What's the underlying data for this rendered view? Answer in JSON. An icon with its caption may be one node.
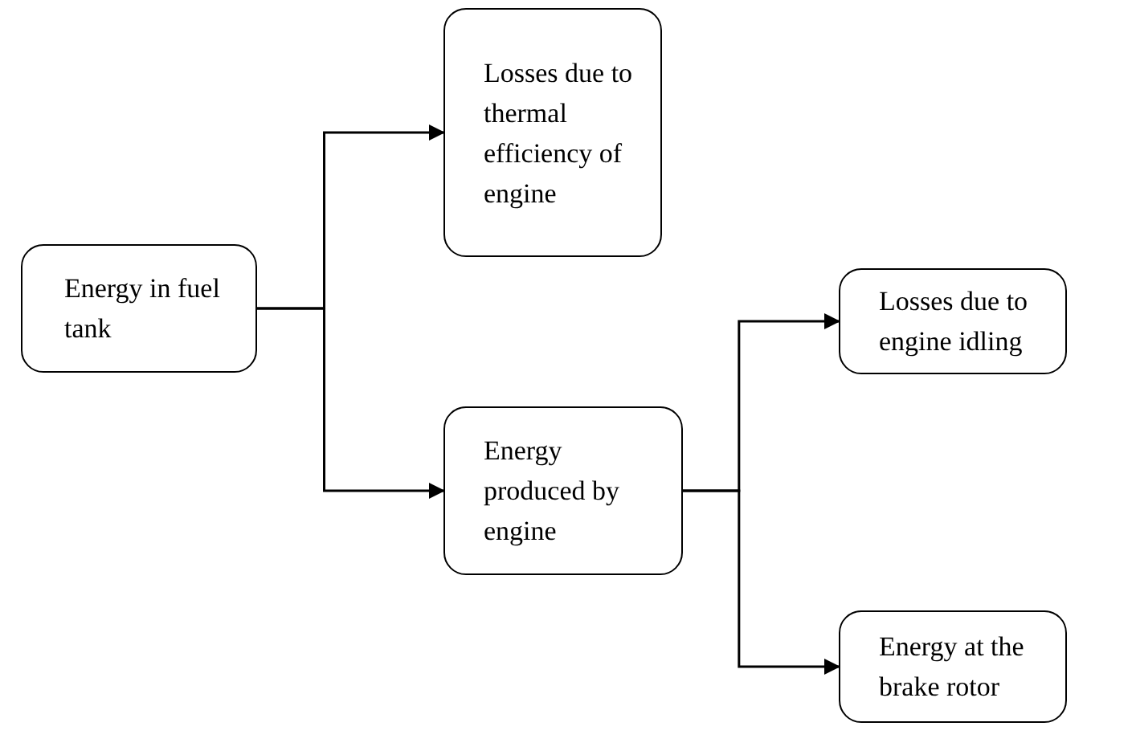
{
  "diagram": {
    "nodes": [
      {
        "text": [
          "Energy in fuel tank"
        ]
      },
      {
        "text": [
          "Losses due to thermal efficiency of engine"
        ]
      },
      {
        "text": [
          "Energy produced by engine"
        ]
      },
      {
        "text": [
          "Losses due to engine idling"
        ]
      },
      {
        "text": [
          "Energy at the brake rotor"
        ]
      }
    ],
    "edges": [
      {
        "from": 0,
        "to": 1,
        "arrow": "to"
      },
      {
        "from": 0,
        "to": 2,
        "arrow": "to"
      },
      {
        "from": 2,
        "to": 3,
        "arrow": "to"
      },
      {
        "from": 2,
        "to": 4,
        "arrow": "to"
      }
    ]
  }
}
